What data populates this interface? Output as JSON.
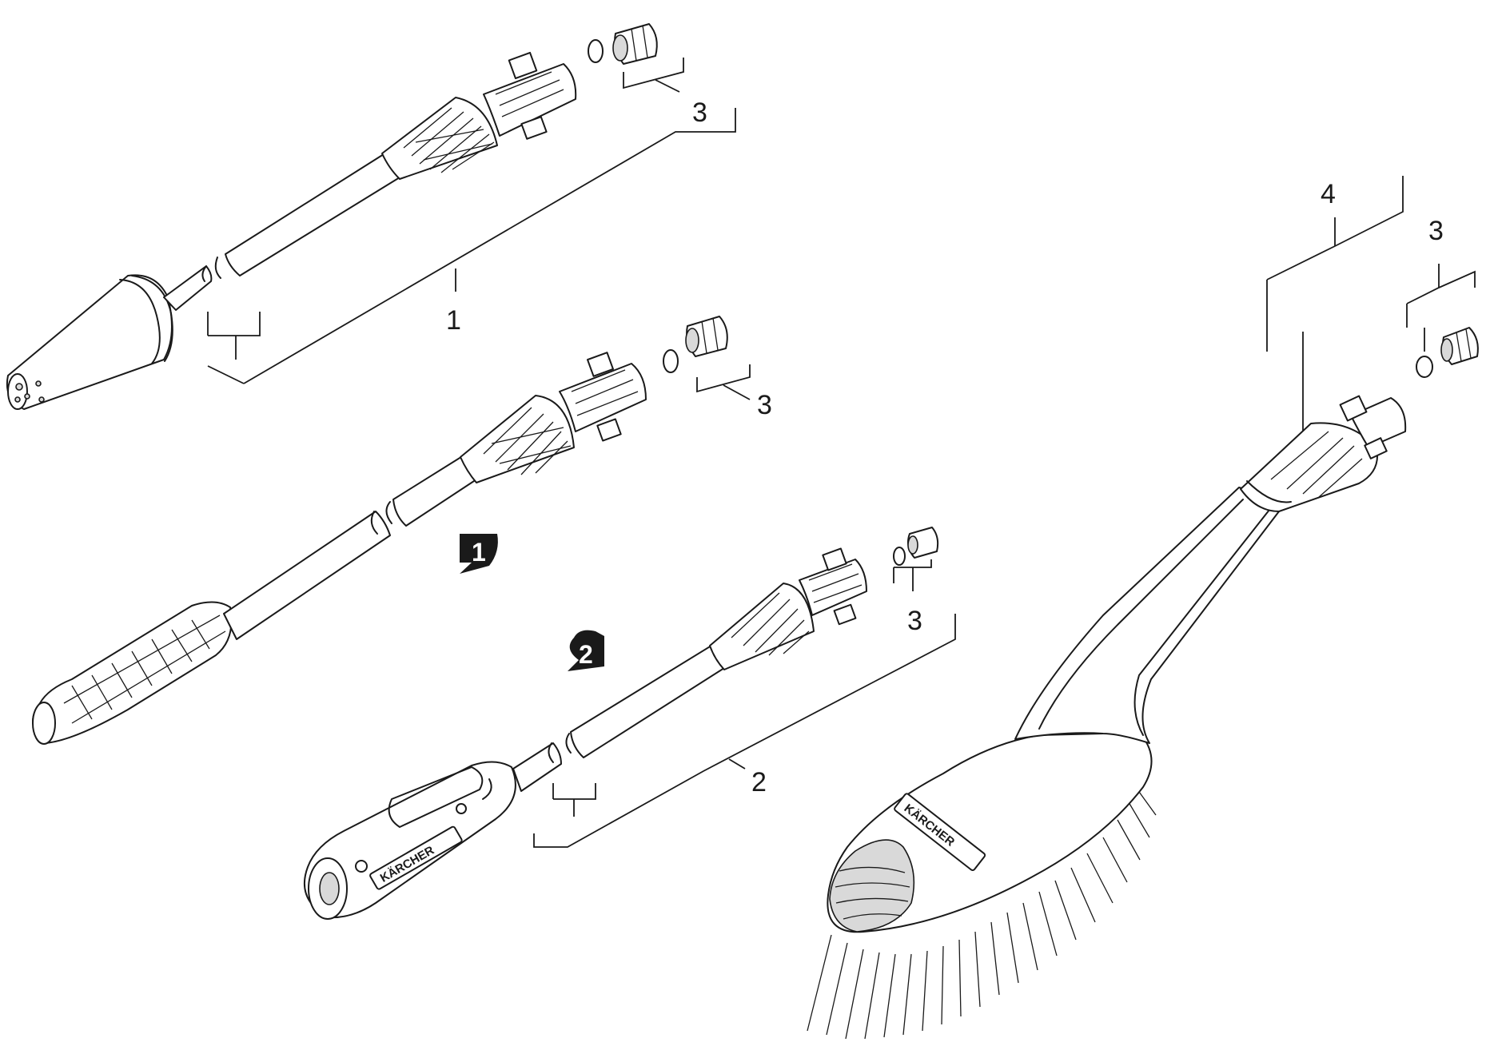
{
  "callouts": {
    "item_1": "1",
    "item_2": "2",
    "item_3a": "3",
    "item_3b": "3",
    "item_3c": "3",
    "item_3d": "3",
    "item_4": "4"
  },
  "badges": {
    "variant_1": "1",
    "variant_2": "2"
  },
  "brand": {
    "lance_label": "KÄRCHER",
    "brush_label": "KÄRCHER"
  }
}
